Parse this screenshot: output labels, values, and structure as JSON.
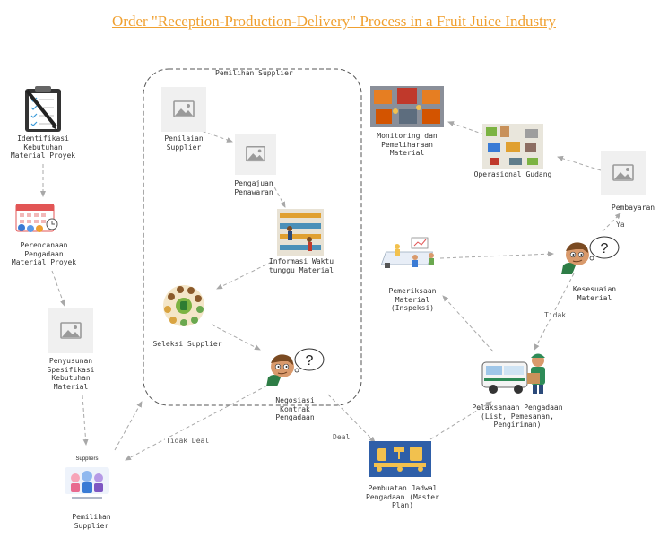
{
  "title": "Order \"Reception-Production-Delivery\" Process in a Fruit Juice Industry",
  "group_label": "Pemilihan Supplier",
  "nodes": {
    "identifikasi": "Identifikasi Kebutuhan Material Proyek",
    "perencanaan": "Perencanaan Pengadaan Material Proyek",
    "penyusunan": "Penyusunan Spesifikasi Kebutuhan Material",
    "pemilihan_supplier": "Pemilihan Supplier",
    "penilaian": "Penilaian Supplier",
    "pengajuan": "Pengajuan Penawaran",
    "informasi": "Informasi Waktu tunggu Material",
    "seleksi": "Seleksi Supplier",
    "negosiasi": "Negosiasi Kontrak Pengadaan",
    "pembuatan": "Pembuatan Jadwal Pengadaan (Master Plan)",
    "pelaksanaan": "Pelaksanaan Pengadaan (List, Pemesanan, Pengiriman)",
    "pemeriksaan": "Pemeriksaan Material (Inspeksi)",
    "kesesuaian": "Kesesuaian Material",
    "pembayaran": "Pembayaran",
    "operasional": "Operasional Gudang",
    "monitoring": "Monitoring dan Pemeliharaan Material",
    "suppliers_image_text": "Suppliers"
  },
  "edge_labels": {
    "tidak_deal": "Tidak Deal",
    "deal": "Deal",
    "ya": "Ya",
    "tidak": "Tidak"
  },
  "colors": {
    "title": "#f0a030",
    "edge": "#a8a8a8",
    "group_border": "#555555",
    "placeholder_bg": "#f0f0f0",
    "placeholder_icon": "#9a9a9a"
  },
  "icons": {
    "identifikasi": "clipboard-checklist-icon",
    "perencanaan": "calendar-planning-icon",
    "informasi": "warehouse-workers-icon",
    "seleksi": "food-circle-icon",
    "negosiasi": "thinking-man-icon",
    "pembuatan": "production-line-icon",
    "pelaksanaan": "delivery-van-icon",
    "pemeriksaan": "inspection-meeting-icon",
    "kesesuaian": "thinking-man-icon",
    "operasional": "warehouse-operations-icon",
    "monitoring": "factory-workers-icon",
    "pemilihan_supplier": "suppliers-illustration-icon",
    "placeholder": "image-placeholder-icon"
  }
}
